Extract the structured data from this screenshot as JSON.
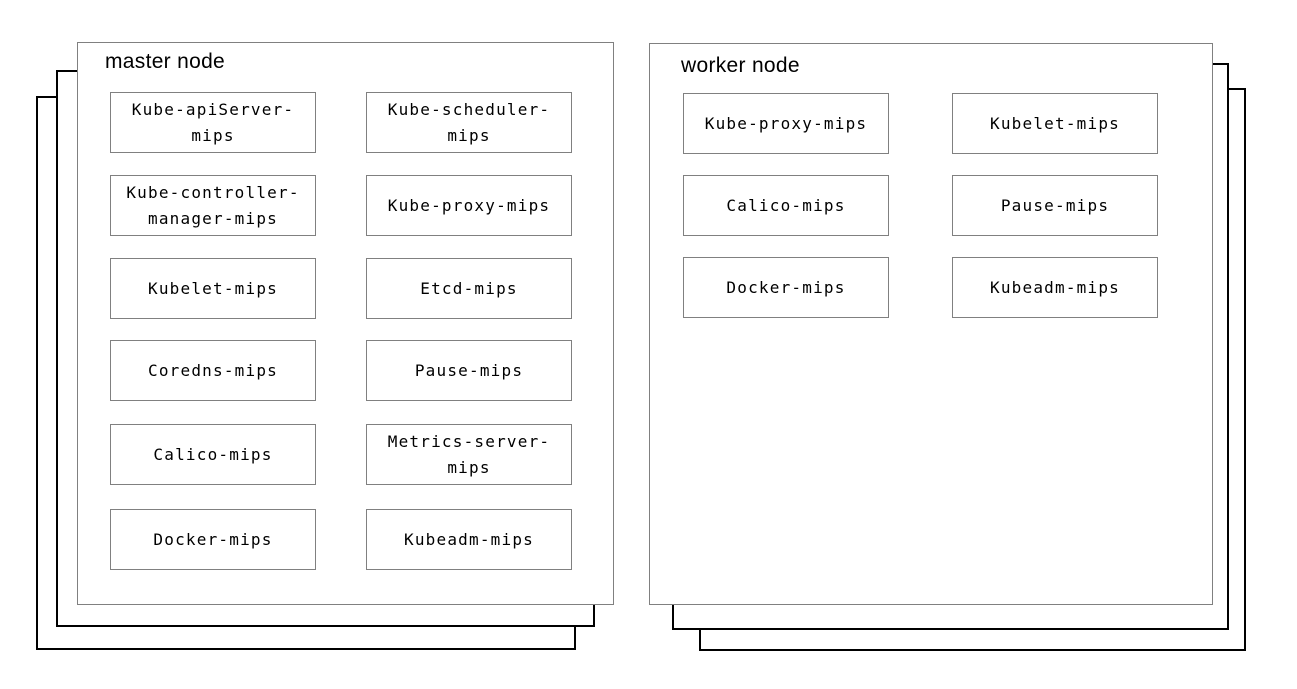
{
  "diagram": {
    "master": {
      "title": "master node",
      "stack_count": 3,
      "components": [
        "Kube-apiServer-mips",
        "Kube-scheduler-mips",
        "Kube-controller-manager-mips",
        "Kube-proxy-mips",
        "Kubelet-mips",
        "Etcd-mips",
        "Coredns-mips",
        "Pause-mips",
        "Calico-mips",
        "Metrics-server-mips",
        "Docker-mips",
        "Kubeadm-mips"
      ]
    },
    "worker": {
      "title": "worker node",
      "stack_count": 3,
      "components": [
        "Kube-proxy-mips",
        "Kubelet-mips",
        "Calico-mips",
        "Pause-mips",
        "Docker-mips",
        "Kubeadm-mips"
      ]
    },
    "colors": {
      "background": "#ffffff",
      "stack_layer_border": "#000000",
      "node_border": "#808080",
      "component_border": "#808080",
      "text": "#000000"
    }
  }
}
